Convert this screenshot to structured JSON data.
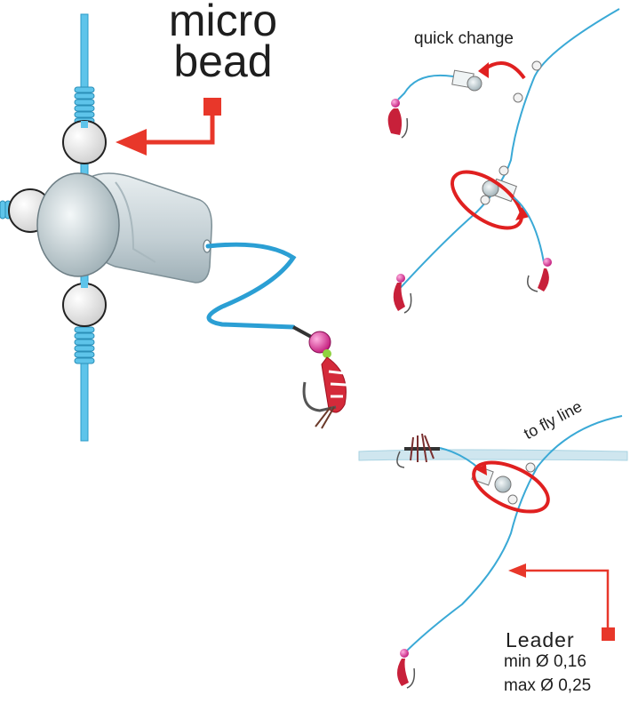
{
  "labels": {
    "micro_bead_line1": "micro",
    "micro_bead_line2": "bead",
    "quick_change": "quick change",
    "to_fly_line": "to fly line",
    "leader_title": "Leader",
    "leader_min": "min  Ø 0,16",
    "leader_max": "max Ø 0,25"
  },
  "colors": {
    "line": "#3aa9d6",
    "arrow": "#e8372a",
    "bead": "#f2f2f2",
    "connector": "#c9d3d8",
    "water": "#cfe6ef",
    "fly_body": "#d42a3a",
    "fly_bead": "#e0409a"
  },
  "icons": {
    "main_connector": "quick-change-connector",
    "fly": "nymph-fly",
    "dry_fly": "dry-fly"
  }
}
